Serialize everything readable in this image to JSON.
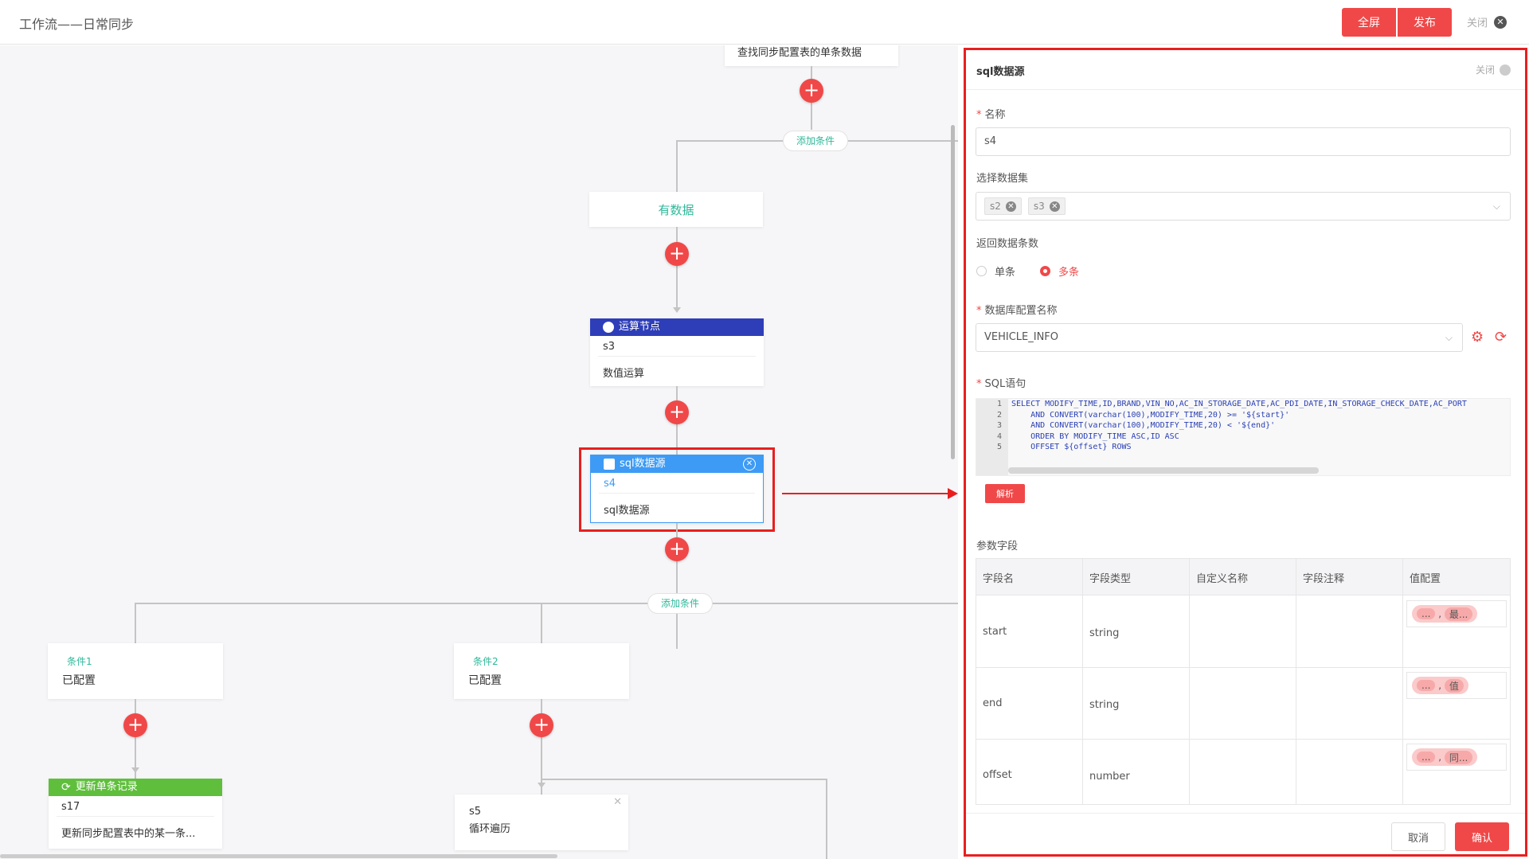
{
  "header": {
    "title": "工作流——日常同步",
    "fullscreen_label": "全屏",
    "publish_label": "发布",
    "close_label": "关闭"
  },
  "canvas": {
    "top_node_desc": "查找同步配置表的单条数据",
    "add_condition_label": "添加条件",
    "has_data_label": "有数据",
    "calc_node": {
      "title": "运算节点",
      "id": "s3",
      "desc": "数值运算",
      "color": "#2e3eb8"
    },
    "sql_node": {
      "title": "sql数据源",
      "id": "s4",
      "desc": "sql数据源",
      "color": "#3d9bf5"
    },
    "cond1": {
      "label": "条件1",
      "status": "已配置"
    },
    "cond2": {
      "label": "条件2",
      "status": "已配置"
    },
    "update_node": {
      "title": "更新单条记录",
      "id": "s17",
      "desc": "更新同步配置表中的某一条...",
      "color": "#5fbf3c"
    },
    "loop_node": {
      "id": "s5",
      "desc": "循环遍历"
    }
  },
  "panel": {
    "title": "sql数据源",
    "close_label": "关闭",
    "name_label": "名称",
    "name_value": "s4",
    "dataset_label": "选择数据集",
    "dataset_tags": [
      "s2",
      "s3"
    ],
    "return_label": "返回数据条数",
    "radio_single": "单条",
    "radio_multi": "多条",
    "db_label": "数据库配置名称",
    "db_value": "VEHICLE_INFO",
    "sql_label": "SQL语句",
    "sql_lines": [
      "SELECT MODIFY_TIME,ID,BRAND,VIN_NO,AC_IN_STORAGE_DATE,AC_PDI_DATE,IN_STORAGE_CHECK_DATE,AC_PORT",
      "    AND CONVERT(varchar(100),MODIFY_TIME,20) >= '${start}'",
      "    AND CONVERT(varchar(100),MODIFY_TIME,20) < '${end}'",
      "    ORDER BY MODIFY_TIME ASC,ID ASC",
      "    OFFSET ${offset} ROWS"
    ],
    "parse_label": "解析",
    "params_label": "参数字段",
    "columns": [
      "字段名",
      "字段类型",
      "自定义名称",
      "字段注释",
      "值配置"
    ],
    "rows": [
      {
        "name": "start",
        "type": "string",
        "pill_a": "...",
        "pill_b": "最..."
      },
      {
        "name": "end",
        "type": "string",
        "pill_a": "...",
        "pill_b": "值"
      },
      {
        "name": "offset",
        "type": "number",
        "pill_a": "...",
        "pill_b": "同..."
      }
    ],
    "cancel_label": "取消",
    "confirm_label": "确认"
  }
}
